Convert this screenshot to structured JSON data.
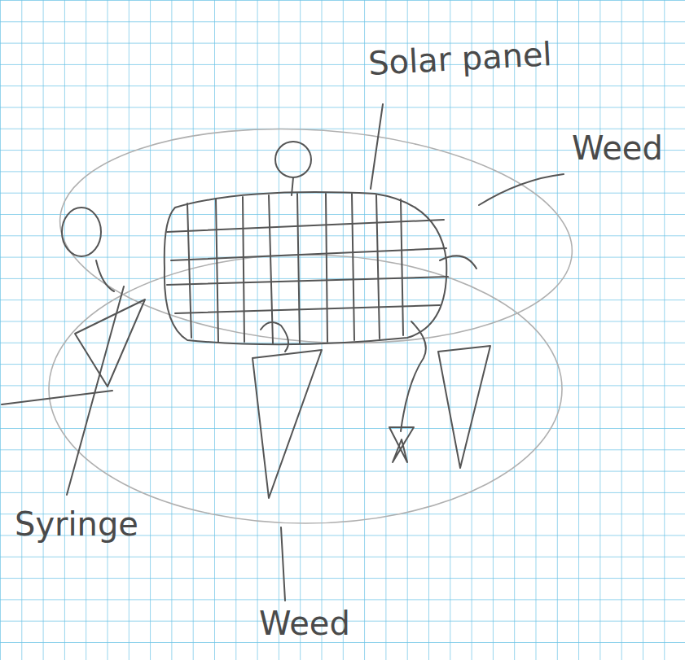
{
  "diagram": {
    "labels": [
      "Solar panel",
      "Weed",
      "Syringe",
      "Weed"
    ]
  }
}
